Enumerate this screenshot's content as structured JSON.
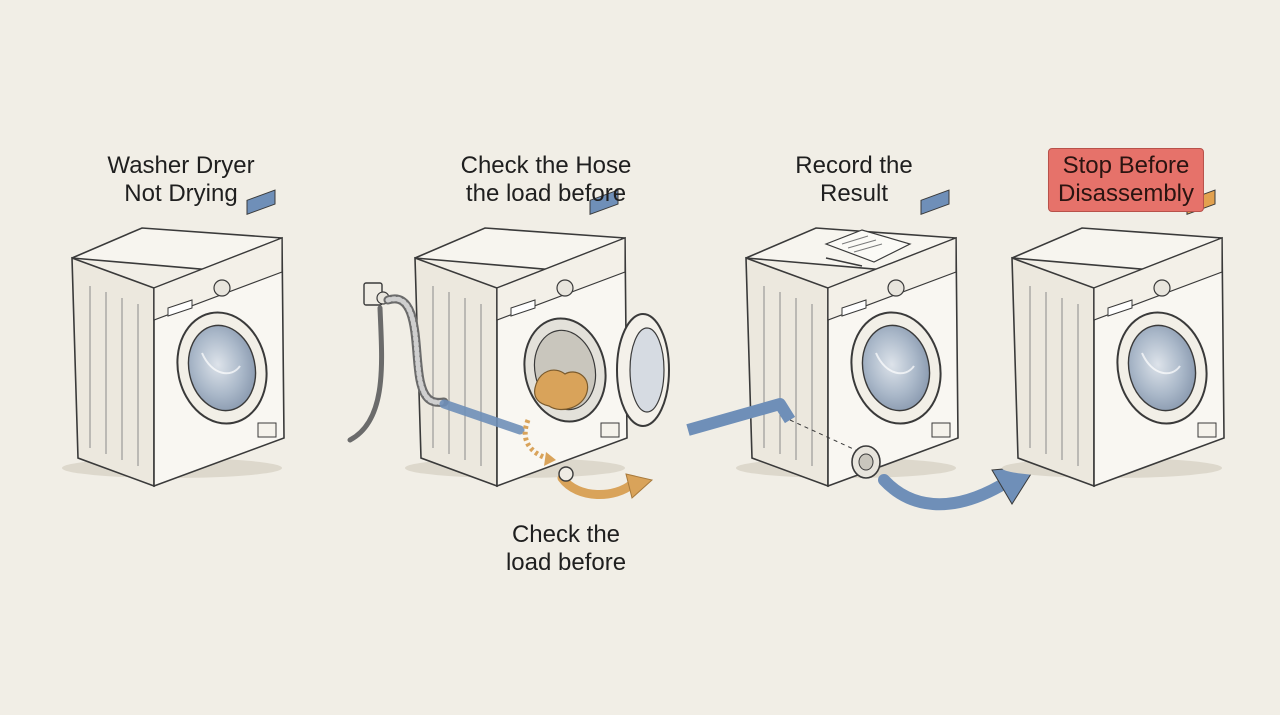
{
  "steps": [
    {
      "line1": "Washer Dryer",
      "line2": "Not Drying"
    },
    {
      "line1": "Check the Hose",
      "line2": "the load before"
    },
    {
      "line1": "Record the",
      "line2": "Result"
    },
    {
      "line1": "Stop Before",
      "line2": "Disassembly"
    }
  ],
  "callout": {
    "line1": "Check the",
    "line2": "load before"
  },
  "colors": {
    "background": "#f1eee6",
    "stroke": "#3a3a3a",
    "glass": "#aab8c9",
    "panel_display": "#6f8fb8",
    "hose_blue": "#6f8fb8",
    "arrow_orange": "#d9a35a",
    "stop_badge": "#e6726a",
    "warning_display": "#e2a14f"
  },
  "icons": [
    "washer-dryer-icon",
    "faucet-icon",
    "drain-hose-icon",
    "clipboard-icon",
    "drain-filter-icon",
    "arrow-icon"
  ]
}
